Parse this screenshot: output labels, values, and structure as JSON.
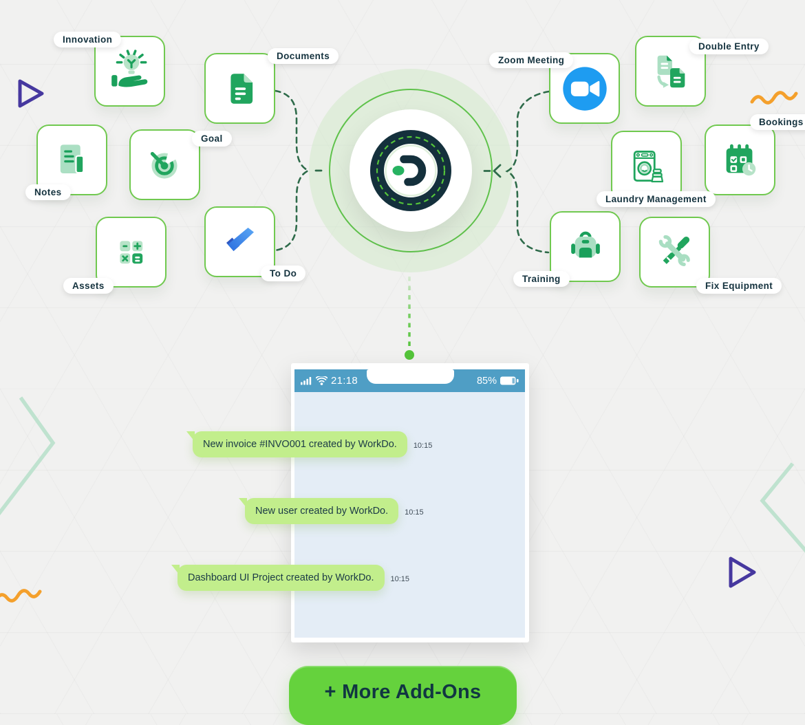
{
  "colors": {
    "brand_green": "#21a55e",
    "light_green": "#abdfc3",
    "bright_green": "#54c43a",
    "card_border_green": "#70c94f",
    "navy": "#14323e",
    "bubble_green": "#c2ee8c",
    "status_bar_blue": "#4f9ec5",
    "chat_background": "#e4edf6",
    "todo_blue": "#2f57c0",
    "zoom_blue": "#1e9cf1",
    "accent_orange": "#f4a02c",
    "accent_purple": "#46389f"
  },
  "apps": [
    {
      "label": "Innovation",
      "icon": "innovation-icon"
    },
    {
      "label": "Documents",
      "icon": "documents-icon"
    },
    {
      "label": "Notes",
      "icon": "notes-icon"
    },
    {
      "label": "Goal",
      "icon": "goal-icon"
    },
    {
      "label": "Assets",
      "icon": "assets-icon"
    },
    {
      "label": "To Do",
      "icon": "todo-icon"
    },
    {
      "label": "Zoom Meeting",
      "icon": "zoom-meeting-icon"
    },
    {
      "label": "Double Entry",
      "icon": "double-entry-icon"
    },
    {
      "label": "Laundry Management",
      "icon": "laundry-icon"
    },
    {
      "label": "Bookings",
      "icon": "bookings-icon"
    },
    {
      "label": "Training",
      "icon": "training-icon"
    },
    {
      "label": "Fix Equipment",
      "icon": "fix-equipment-icon"
    }
  ],
  "hub": {
    "name": "WorkDo logo"
  },
  "phone": {
    "status": {
      "time": "21:18",
      "battery_percent": "85%"
    },
    "messages": [
      {
        "text": "New invoice #INVO001 created by WorkDo.",
        "time": "10:15"
      },
      {
        "text": "New user created by WorkDo.",
        "time": "10:15"
      },
      {
        "text": "Dashboard UI Project created by WorkDo.",
        "time": "10:15"
      }
    ]
  },
  "cta": {
    "label": "+ More Add-Ons"
  }
}
